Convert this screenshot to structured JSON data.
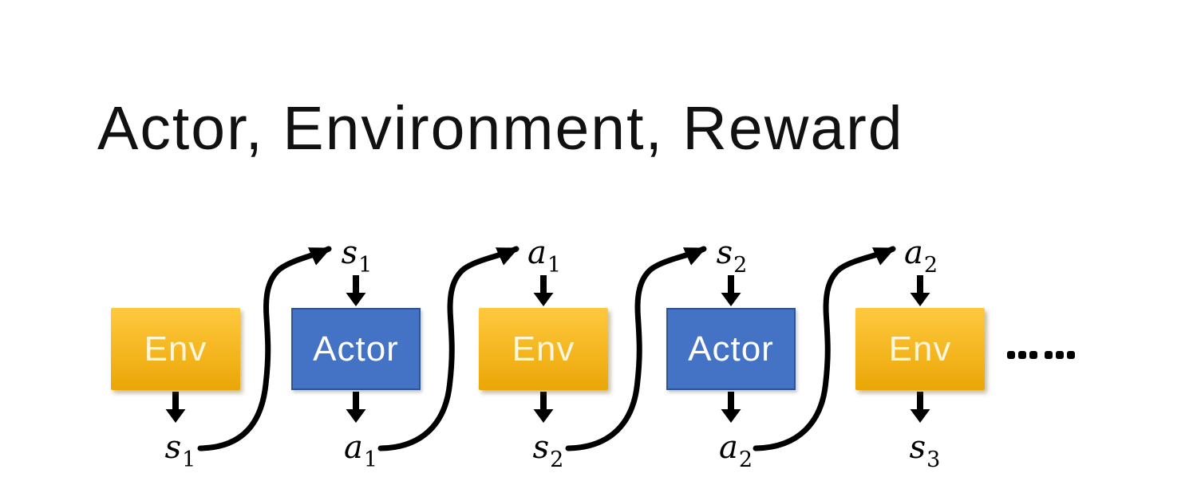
{
  "title": "Actor, Environment, Reward",
  "colors": {
    "title_text": "#111111",
    "env_fill_top": "#FFC93F",
    "env_fill_bottom": "#EBA606",
    "env_text": "#FDF6DE",
    "actor_fill": "#4472C4",
    "actor_border": "#2F548F",
    "actor_text": "#FFFFFF",
    "arrow": "#000000"
  },
  "diagram": {
    "boxes": [
      {
        "kind": "env",
        "label": "Env",
        "top_label": null,
        "bottom_label": {
          "base": "s",
          "sub": "1"
        }
      },
      {
        "kind": "actor",
        "label": "Actor",
        "top_label": {
          "base": "s",
          "sub": "1"
        },
        "bottom_label": {
          "base": "a",
          "sub": "1"
        }
      },
      {
        "kind": "env",
        "label": "Env",
        "top_label": {
          "base": "a",
          "sub": "1"
        },
        "bottom_label": {
          "base": "s",
          "sub": "2"
        }
      },
      {
        "kind": "actor",
        "label": "Actor",
        "top_label": {
          "base": "s",
          "sub": "2"
        },
        "bottom_label": {
          "base": "a",
          "sub": "2"
        }
      },
      {
        "kind": "env",
        "label": "Env",
        "top_label": {
          "base": "a",
          "sub": "2"
        },
        "bottom_label": {
          "base": "s",
          "sub": "3"
        }
      }
    ],
    "connectors": [
      {
        "symbol": "s",
        "sub": "1"
      },
      {
        "symbol": "a",
        "sub": "1"
      },
      {
        "symbol": "s",
        "sub": "2"
      },
      {
        "symbol": "a",
        "sub": "2"
      }
    ],
    "ellipsis": "……"
  }
}
